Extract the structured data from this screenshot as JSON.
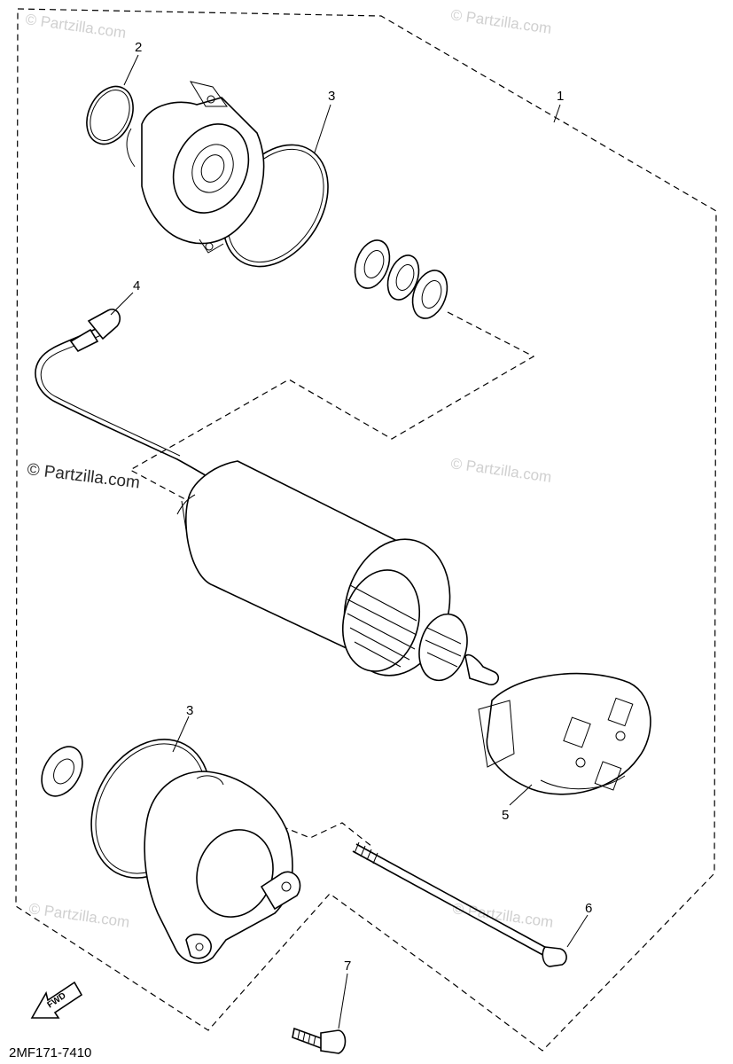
{
  "callouts": {
    "c1": "1",
    "c2": "2",
    "c3_top": "3",
    "c3_bottom": "3",
    "c4": "4",
    "c5": "5",
    "c6": "6",
    "c7": "7"
  },
  "watermarks": {
    "main": "© Partzilla.com",
    "faint": "© Partzilla.com"
  },
  "diagram_code": "2MF171-7410",
  "fwd_label": "FWD"
}
